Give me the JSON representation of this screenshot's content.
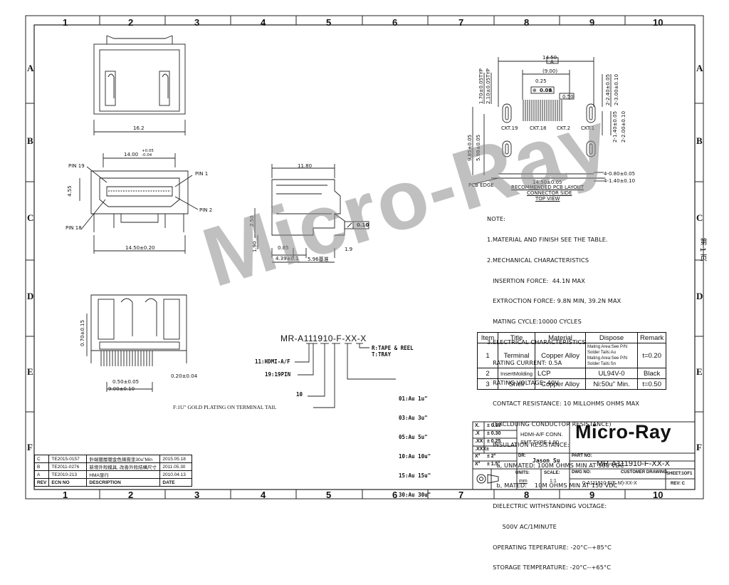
{
  "frame": {
    "columns": [
      "1",
      "2",
      "3",
      "4",
      "5",
      "6",
      "7",
      "8",
      "9",
      "10"
    ],
    "rows": [
      "A",
      "B",
      "C",
      "D",
      "E",
      "F"
    ],
    "page_side_label": "第 1 页"
  },
  "watermark": "Micro-Ray",
  "views": {
    "top_dim": "16.2",
    "front_width": "14.00",
    "front_width_tol_up": "+0.05",
    "front_width_tol_dn": "-0.04",
    "front_height": "4.55",
    "front_bottom": "14.50±0.20",
    "pin1": "PIN 1",
    "pin2": "PIN 2",
    "pin18": "PIN 18",
    "pin19": "PIN 19",
    "side_top": "11.80",
    "side_height": "2.50",
    "side_90": "1.90",
    "side_085": "0.85",
    "side_439": "4.39±0.1",
    "side_596": "5.96基准",
    "side_19": "1.9",
    "flatness": "0.10",
    "bottom_070": "0.70±0.15",
    "bottom_050": "0.50±0.05",
    "bottom_900": "9.00±0.10",
    "bottom_020": "0.20±0.04"
  },
  "pcb": {
    "w1450": "14.50",
    "label_a": "A",
    "w900": "(9.00)",
    "w025": "0.25",
    "pos_tol": "0.08",
    "pos_datum": "A",
    "p050": "0.50",
    "v179": "1.70±0.05TYP",
    "v210": "2.10±0.05TYP",
    "r240": "2-2.40±0.05",
    "r300": "2-3.00±0.10",
    "ckt19": "CKT.19",
    "ckt18": "CKT.18",
    "ckt2": "CKT.2",
    "ckt1": "CKT.1",
    "r140": "2-1.40±0.05",
    "r200": "2-2.00±0.10",
    "v985": "9.85±0.05",
    "v598": "5.98±0.05",
    "b1450": "14.50±0.05",
    "r080": "4-0.80±0.05",
    "r140b": "4-1.40±0.10",
    "pcb_edge": "PCB EDGE",
    "caption": [
      "RECOMMENDED PCB LAYOUT",
      "CONNECTOR SIDE",
      "TOP VIEW"
    ]
  },
  "notes": [
    "NOTE:",
    "1.MATERIAL AND FINISH SEE THE TABLE.",
    "2.MECHANICAL CHARACTERISTICS",
    "   INSERTION FORCE:  44.1N MAX",
    "   EXTROCTION FORCE: 9.8N MIN, 39.2N MAX",
    "   MATING CYCLE:10000 CYCLES",
    "3.ELECTRICAL CHARACTERISTICS",
    "   RATING CURRENT: 0.5A",
    "   RATING VOLTAGE: 40V",
    "   CONTACT RESISTANCE: 10 MILLOHMS OHMS MAX",
    "   (EXCLDUING CONDUCTOR RESISTANCE)",
    "   INSULATION RESISTANCE:",
    "     a, UNMATED: 100M OHMS MIN AT 500 VDC",
    "     b, MATED:    10M OHMS MIN AT 150 VDC",
    "   DIELECTRIC WITHSTANDING VOLTAGE:",
    "        500V AC/1MINUTE",
    "   OPERATING TEPERATURE: -20°C--+85°C",
    "   STORAGE TEMPERATURE: -20°C--+65°C"
  ],
  "part_code": {
    "code": "MR-A111910-F-XX-X",
    "packing": [
      "R:TAPE & REEL",
      "T:TRAY"
    ],
    "type": "11:HDMI-A/F",
    "pins": "19:19PIN",
    "ten": "10",
    "plating": "F:1U\" GOLD PLATING ON TERMINAL TAIL",
    "gold": [
      "01:Au 1u\"",
      "03:Au 3u\"",
      "05:Au 5u\"",
      "10:Au 10u\"",
      "15:Au 15u\"",
      "30:Au 30u\""
    ]
  },
  "material_table": {
    "headers": [
      "Item",
      "Title",
      "Material",
      "Dispose",
      "Remark"
    ],
    "rows": [
      {
        "item": "1",
        "title": "Terminal",
        "material": "Copper Alloy",
        "dispose": [
          "Mating Area:See P/N",
          "Solder Tails:Au",
          "Mating Area:See P/N",
          "Solder Tails:Sn"
        ],
        "remark": "t=0.20"
      },
      {
        "item": "2",
        "title": "InsertMolding",
        "material": "LCP",
        "dispose": [
          "UL94V-0"
        ],
        "remark": "Black"
      },
      {
        "item": "3",
        "title": "Shell",
        "material": "Copper Alloy",
        "dispose": [
          "Ni:50u\" Min."
        ],
        "remark": "t=0.50"
      }
    ]
  },
  "title_block": {
    "tol": [
      {
        "k": "X.",
        "v": "±  0.35"
      },
      {
        "k": ".X",
        "v": "±  0.30"
      },
      {
        "k": ".XX",
        "v": "±  0.25"
      },
      {
        "k": ".XXX±",
        "v": ""
      },
      {
        "k": "X°",
        "v": "±  2°"
      },
      {
        "k": "X°",
        "v": "±  1.5°"
      }
    ],
    "desc1": "HDMI-A/F CONN.",
    "desc2": "SMT TYPE  1.90",
    "logo": "Micro-Ray",
    "dr_label": "DR:",
    "dr_name": "Jason Su",
    "part_no_label": "PART NO:",
    "part_no": "MR-A111910-F-XX-X",
    "units_label": "UNITS:",
    "units": "mm",
    "scale_label": "SCALE:",
    "scale": "1:1",
    "dwg_label": "DWG NO:",
    "dwg": "0-A111910-E(F, M)-XX-X",
    "customer_label": "CUSTOMER DRAWING",
    "sheet_label": "SHEET:1OF1",
    "rev_label": "REV: C"
  },
  "revisions": {
    "headers": [
      "REV",
      "ECN NO",
      "DESCRIPTION",
      "DATE"
    ],
    "rows": [
      {
        "rev": "C",
        "ecn": "TE2015-0157",
        "desc": "針端鍍層鍍金色錫膏塗30u\"Min",
        "date": "2015.05.18"
      },
      {
        "rev": "B",
        "ecn": "TE2011-0276",
        "desc": "新增外殼模具, 改善外殼結構尺寸",
        "date": "2011.05.30"
      },
      {
        "rev": "A",
        "ecn": "TE2010-213",
        "desc": "HMA發行",
        "date": "2010.04.13"
      }
    ]
  }
}
